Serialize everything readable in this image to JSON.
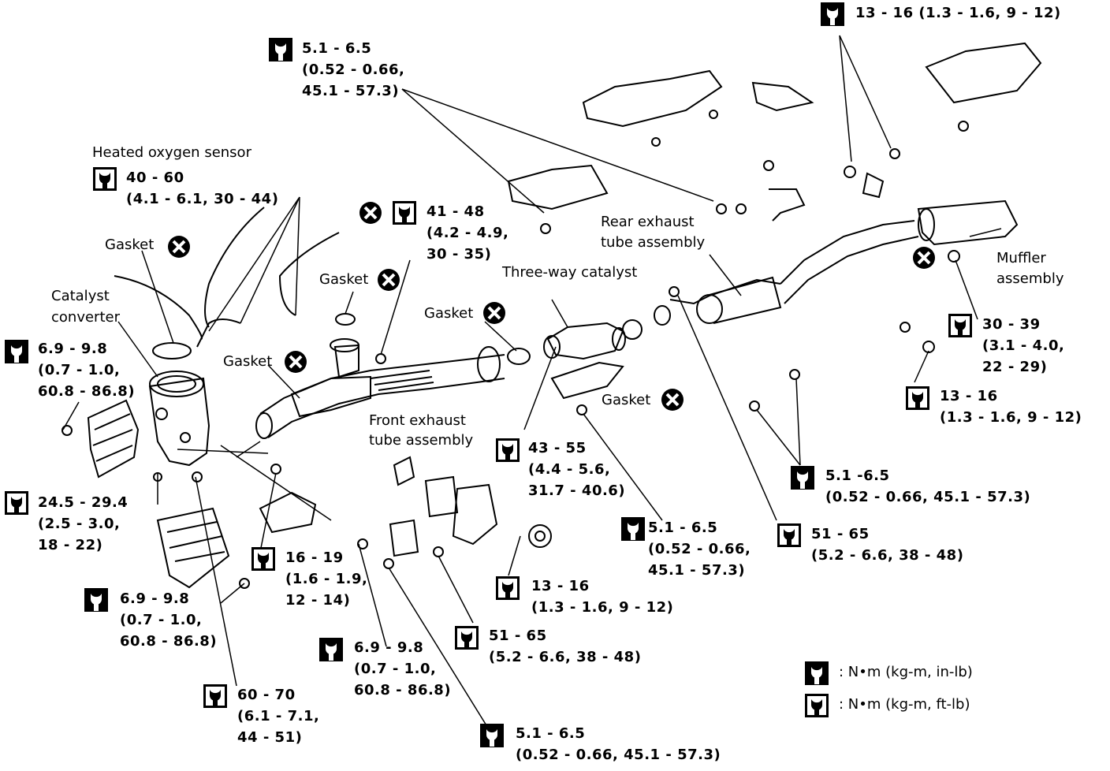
{
  "labels": {
    "heated_oxygen_sensor": "Heated oxygen sensor",
    "gasket": "Gasket",
    "catalyst_converter_l1": "Catalyst",
    "catalyst_converter_l2": "converter",
    "three_way_catalyst": "Three-way catalyst",
    "rear_exhaust_l1": "Rear exhaust",
    "rear_exhaust_l2": "tube assembly",
    "front_exhaust_l1": "Front exhaust",
    "front_exhaust_l2": "tube assembly",
    "muffler_l1": "Muffler",
    "muffler_l2": "assembly"
  },
  "torques": {
    "t_top_right": [
      "13 - 16 (1.3 - 1.6, 9 - 12)"
    ],
    "t_top_center": [
      "5.1 - 6.5",
      "(0.52 - 0.66,",
      "45.1 - 57.3)"
    ],
    "t_oxygen": [
      "40 - 60",
      "(4.1 - 6.1, 30 - 44)"
    ],
    "t_41_48": [
      "41 - 48",
      "(4.2 - 4.9,",
      "30 - 35)"
    ],
    "t_left_69": [
      "6.9 - 9.8",
      "(0.7 - 1.0,",
      "60.8 - 86.8)"
    ],
    "t_245": [
      "24.5 - 29.4",
      "(2.5 - 3.0,",
      "18 - 22)"
    ],
    "t_16_19": [
      "16 - 19",
      "(1.6 - 1.9,",
      "12 - 14)"
    ],
    "t_69_b": [
      "6.9 - 9.8",
      "(0.7 - 1.0,",
      "60.8 - 86.8)"
    ],
    "t_60_70": [
      "60 - 70",
      "(6.1 - 7.1,",
      "44 - 51)"
    ],
    "t_69_c": [
      "6.9 - 9.8",
      "(0.7 - 1.0,",
      "60.8 - 86.8)"
    ],
    "t_43_55": [
      "43 - 55",
      "(4.4 - 5.6,",
      "31.7 - 40.6)"
    ],
    "t_13_16_mid": [
      "13 - 16",
      "(1.3 - 1.6, 9 - 12)"
    ],
    "t_51_65_mid": [
      "51 - 65",
      "(5.2 - 6.6, 38 - 48)"
    ],
    "t_51_bottom": [
      "5.1 - 6.5",
      "(0.52 - 0.66, 45.1 - 57.3)"
    ],
    "t_51_center": [
      "5.1 - 6.5",
      "(0.52 - 0.66,",
      "45.1 - 57.3)"
    ],
    "t_51_right": [
      "5.1 -6.5",
      "(0.52 - 0.66, 45.1 - 57.3)"
    ],
    "t_51_65_right": [
      "51 - 65",
      "(5.2 - 6.6, 38 - 48)"
    ],
    "t_30_39": [
      "30 - 39",
      "(3.1 - 4.0,",
      "22 - 29)"
    ],
    "t_13_16_right": [
      "13 - 16",
      "(1.3 - 1.6, 9 - 12)"
    ]
  },
  "legend": {
    "in_lb": ": N•m (kg-m, in-lb)",
    "ft_lb": ": N•m (kg-m, ft-lb)"
  }
}
